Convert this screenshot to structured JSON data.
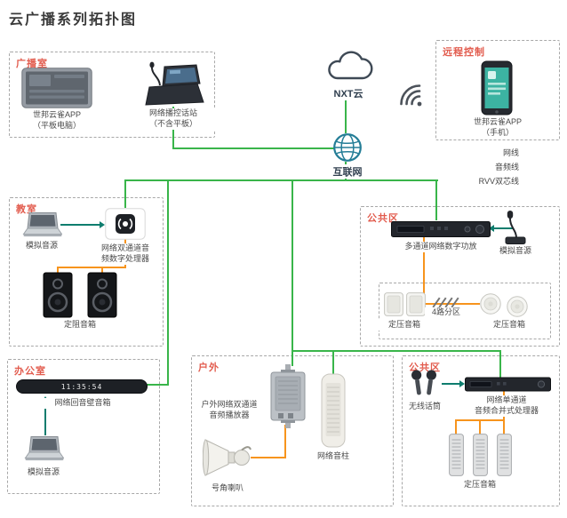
{
  "title": "云广播系列拓扑图",
  "colors": {
    "network_line": "#39b54a",
    "audio_line": "#0e7d6e",
    "rvv_line": "#f7941d",
    "section_label": "#e25b4d"
  },
  "backbone": {
    "cloud_label": "NXT云",
    "internet_label": "互联网"
  },
  "legend": {
    "items": [
      {
        "name": "network",
        "label": "网线",
        "color": "#39b54a"
      },
      {
        "name": "audio",
        "label": "音频线",
        "color": "#0e7d6e"
      },
      {
        "name": "rvv",
        "label": "RVV双芯线",
        "color": "#f7941d"
      }
    ]
  },
  "sections": {
    "broadcast_room": {
      "label": "广播室",
      "tablet_label": "世邦云雀APP\n（平板电脑）",
      "station_label": "网络播控话站\n（不含平板）"
    },
    "remote_control": {
      "label": "远程控制",
      "phone_label": "世邦云雀APP\n（手机）"
    },
    "classroom": {
      "label": "教室",
      "source_label": "模拟音源",
      "processor_label": "网络双通道音\n频数字处理器",
      "speaker_label": "定阻音箱"
    },
    "public_area_mid": {
      "label": "公共区",
      "amplifier_label": "多通道网络数字功放",
      "source_label": "模拟音源",
      "wall_speaker_label": "定压音箱",
      "zone_label": "4路分区",
      "ceiling_speaker_label": "定压音箱"
    },
    "office": {
      "label": "办公室",
      "soundbar_label": "网络回音壁音箱",
      "soundbar_display": "11:35:54",
      "source_label": "模拟音源"
    },
    "outdoor": {
      "label": "户外",
      "player_label": "户外网络双通道\n音频播放器",
      "column_label": "网络音柱",
      "horn_label": "号角喇叭"
    },
    "public_area_bottom": {
      "label": "公共区",
      "mic_label": "无线话筒",
      "processor_label": "网络单通道\n音频合并式处理器",
      "speaker_label": "定压音箱"
    }
  }
}
